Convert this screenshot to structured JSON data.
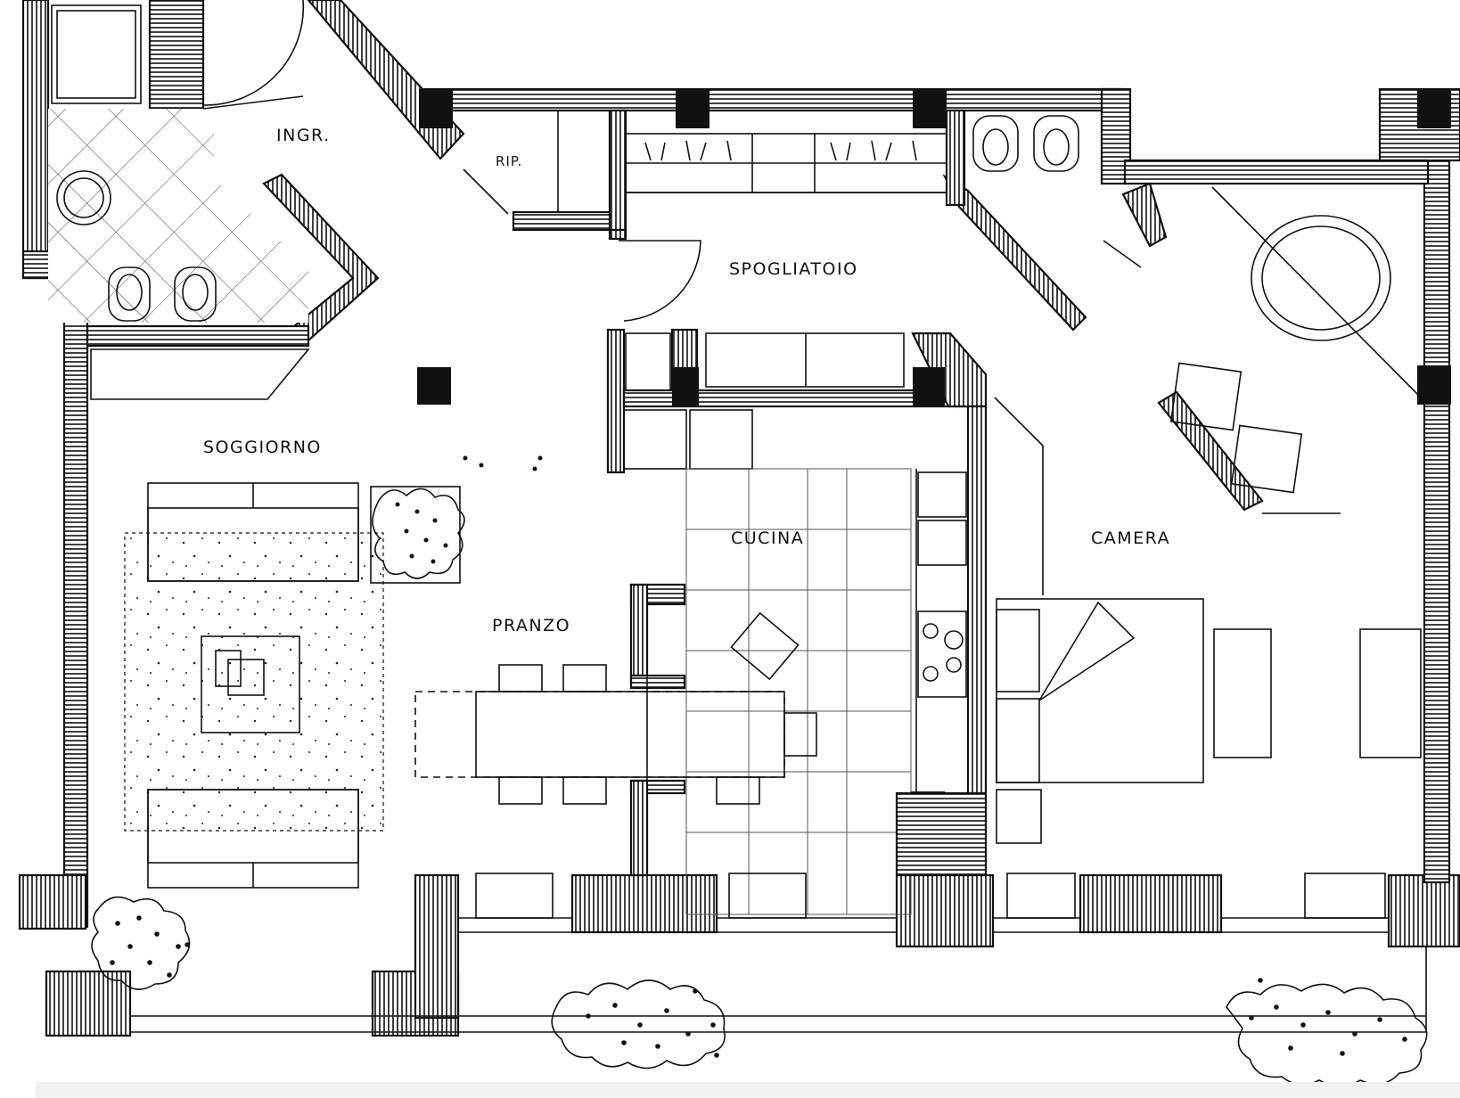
{
  "plan": {
    "rooms": {
      "ingresso": "INGR.",
      "ripostiglio": "RIP.",
      "spogliatoio": "SPOGLIATOIO",
      "soggiorno": "SOGGIORNO",
      "cucina": "CUCINA",
      "pranzo": "PRANZO",
      "camera": "CAMERA"
    },
    "colors": {
      "ink": "#111111",
      "paper": "#ffffff"
    }
  }
}
